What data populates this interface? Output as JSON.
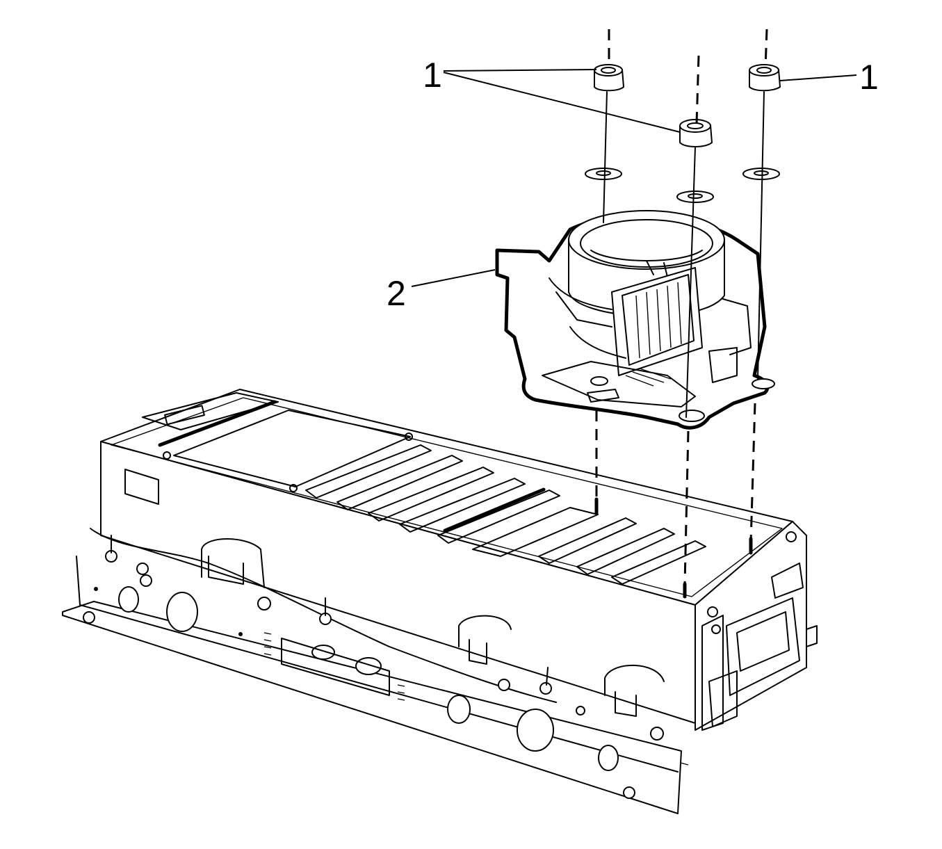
{
  "callouts": {
    "fastener_left": "1",
    "fastener_right": "1",
    "component": "2"
  },
  "colors": {
    "line": "#000000",
    "background": "#ffffff"
  }
}
